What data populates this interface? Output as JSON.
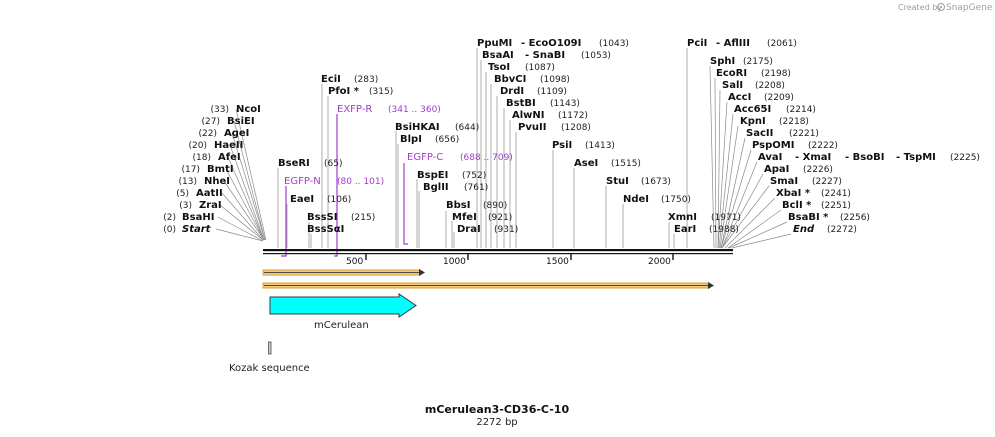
{
  "brand": {
    "created_by": "Created by",
    "name": "SnapGene",
    "logo_icon": "snapgene-logo-icon"
  },
  "map": {
    "title": "mCerulean3-CD36-C-10",
    "subtitle": "2272 bp",
    "length": 2272,
    "ticks": [
      "500",
      "1000",
      "1500",
      "2000"
    ],
    "features": [
      {
        "name": "mCerulean",
        "start": 34,
        "end": 753,
        "direction": "forward",
        "color": "#00ffff"
      },
      {
        "name": "Kozak sequence",
        "start": 24,
        "end": 33,
        "color": "#d0d0d0"
      }
    ],
    "orfs": [
      "orf-1",
      "orf-2"
    ],
    "primers": [
      {
        "name": "EGFP-N",
        "range": "(80 .. 101)"
      },
      {
        "name": "EXFP-R",
        "range": "(341 .. 360)"
      },
      {
        "name": "EGFP-C",
        "range": "(688 .. 709)"
      }
    ],
    "left_labels": [
      {
        "name": "NcoI",
        "pos": "(33)"
      },
      {
        "name": "BsiEI",
        "pos": "(27)"
      },
      {
        "name": "AgeI",
        "pos": "(22)"
      },
      {
        "name": "HaeII",
        "pos": "(20)"
      },
      {
        "name": "AfeI",
        "pos": "(18)"
      },
      {
        "name": "BmtI",
        "pos": "(17)"
      },
      {
        "name": "NheI",
        "pos": "(13)"
      },
      {
        "name": "AatII",
        "pos": "(5)"
      },
      {
        "name": "ZraI",
        "pos": "(3)"
      },
      {
        "name": "BsaHI",
        "pos": "(2)"
      },
      {
        "name": "Start",
        "pos": "(0)"
      }
    ],
    "mid_labels": [
      {
        "name": "EciI",
        "pos": "(283)"
      },
      {
        "name": "PfoI *",
        "pos": "(315)"
      },
      {
        "name": "BseRI",
        "pos": "(65)"
      },
      {
        "name": "EaeI",
        "pos": "(106)"
      },
      {
        "name": "BssSI",
        "pos": "(215)"
      },
      {
        "name": "BssSαI",
        "pos": ""
      },
      {
        "name": "BsiHKAI",
        "pos": "(644)"
      },
      {
        "name": "BlpI",
        "pos": "(656)"
      },
      {
        "name": "BspEI",
        "pos": "(752)"
      },
      {
        "name": "BglII",
        "pos": "(761)"
      },
      {
        "name": "BbsI",
        "pos": "(890)"
      },
      {
        "name": "MfeI",
        "pos": "(921)"
      },
      {
        "name": "DraI",
        "pos": "(931)"
      }
    ],
    "top_labels": [
      {
        "name": "PpuMI",
        "pos": ""
      },
      {
        "name": "- EcoO109I",
        "pos": "(1043)"
      },
      {
        "name": "BsaAI",
        "pos": ""
      },
      {
        "name": "- SnaBI",
        "pos": "(1053)"
      },
      {
        "name": "TsoI",
        "pos": "(1087)"
      },
      {
        "name": "BbvCI",
        "pos": "(1098)"
      },
      {
        "name": "DrdI",
        "pos": "(1109)"
      },
      {
        "name": "BstBI",
        "pos": "(1143)"
      },
      {
        "name": "AlwNI",
        "pos": "(1172)"
      },
      {
        "name": "PvuII",
        "pos": "(1208)"
      },
      {
        "name": "PsiI",
        "pos": "(1413)"
      },
      {
        "name": "AseI",
        "pos": "(1515)"
      },
      {
        "name": "StuI",
        "pos": "(1673)"
      },
      {
        "name": "NdeI",
        "pos": "(1750)"
      },
      {
        "name": "XmnI",
        "pos": "(1971)"
      },
      {
        "name": "EarI",
        "pos": "(1988)"
      }
    ],
    "right_labels": [
      {
        "name": "PciI",
        "pos": ""
      },
      {
        "name": "- AflIII",
        "pos": "(2061)"
      },
      {
        "name": "SphI",
        "pos": "(2175)"
      },
      {
        "name": "EcoRI",
        "pos": "(2198)"
      },
      {
        "name": "SalI",
        "pos": "(2208)"
      },
      {
        "name": "AccI",
        "pos": "(2209)"
      },
      {
        "name": "Acc65I",
        "pos": "(2214)"
      },
      {
        "name": "KpnI",
        "pos": "(2218)"
      },
      {
        "name": "SacII",
        "pos": "(2221)"
      },
      {
        "name": "PspOMI",
        "pos": "(2222)"
      },
      {
        "name": "AvaI",
        "pos": ""
      },
      {
        "name": "- XmaI",
        "pos": ""
      },
      {
        "name": "- BsoBI",
        "pos": ""
      },
      {
        "name": "- TspMI",
        "pos": "(2225)"
      },
      {
        "name": "ApaI",
        "pos": "(2226)"
      },
      {
        "name": "SmaI",
        "pos": "(2227)"
      },
      {
        "name": "XbaI *",
        "pos": "(2241)"
      },
      {
        "name": "BclI *",
        "pos": "(2251)"
      },
      {
        "name": "BsaBI *",
        "pos": "(2256)"
      },
      {
        "name": "End",
        "pos": "(2272)"
      }
    ]
  }
}
